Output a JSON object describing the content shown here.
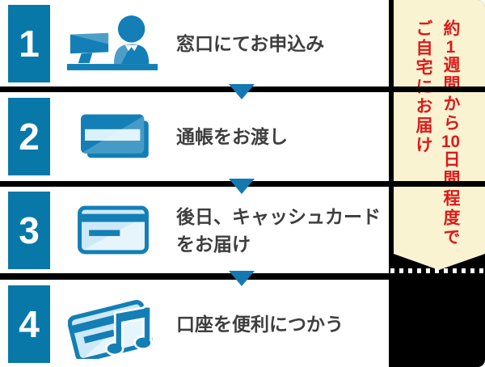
{
  "steps": [
    {
      "number": "1",
      "icon": "counter-clerk-icon",
      "lines": [
        "窓口にてお申込み",
        ""
      ]
    },
    {
      "number": "2",
      "icon": "passbook-icon",
      "lines": [
        "通帳をお渡し",
        ""
      ]
    },
    {
      "number": "3",
      "icon": "cash-card-icon",
      "lines": [
        "後日、キャッシュカード",
        "をお届け"
      ]
    },
    {
      "number": "4",
      "icon": "card-music-note-icon",
      "lines": [
        "口座を便利につかう",
        ""
      ]
    }
  ],
  "ribbon": {
    "line1": "約1週間から10日間程度で",
    "line2": "ご自宅にお届け"
  },
  "colors": {
    "primary_blue": "#137fb6",
    "box_blue": "#0878a9",
    "arrow_blue": "#1478b2",
    "light_blue": "#cde9f8",
    "band_light": "#d9f1fb",
    "ribbon_bg": "#faf3d2",
    "ribbon_text": "#dc1a1a",
    "separator": "#000000",
    "label_text": "#3e3e3e"
  }
}
